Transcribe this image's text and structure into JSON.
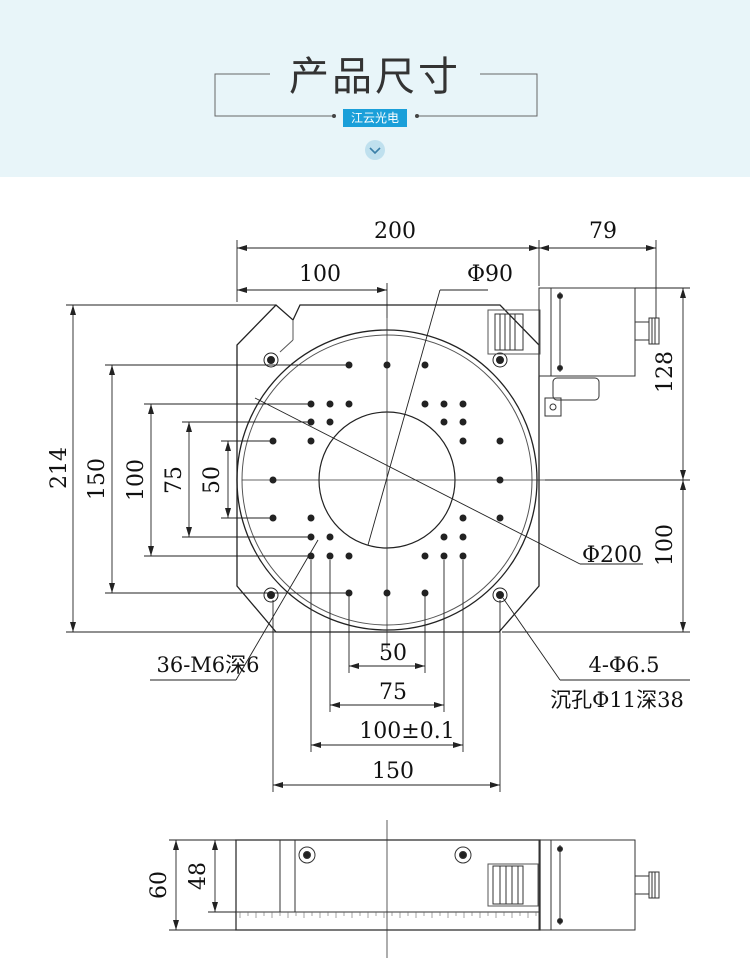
{
  "header": {
    "title": "产品尺寸",
    "subtitle": "江云光电"
  },
  "drawing": {
    "dim_200": "200",
    "dim_79": "79",
    "dim_100_top": "100",
    "dim_phi90": "Φ90",
    "dim_214": "214",
    "dim_150_left": "150",
    "dim_100_left": "100",
    "dim_75_left": "75",
    "dim_50_left": "50",
    "dim_128": "128",
    "dim_100_right": "100",
    "dim_phi200": "Φ200",
    "label_threads": "36-M6深6",
    "label_holes_1": "4-Φ6.5",
    "label_holes_2": "沉孔Φ11深38",
    "dim_50_bottom": "50",
    "dim_75_bottom": "75",
    "dim_100_tol": "100±0.1",
    "dim_150_bottom": "150",
    "side_60": "60",
    "side_48": "48"
  }
}
